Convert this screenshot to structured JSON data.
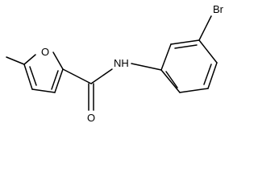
{
  "molecule": {
    "atoms": {
      "bromine": "Br",
      "amide_nitrogen": "NH",
      "furan_oxygen": "O",
      "carbonyl_oxygen": "O"
    }
  },
  "colors": {
    "bond": "#000000",
    "label": "#000000",
    "background": "#ffffff"
  }
}
